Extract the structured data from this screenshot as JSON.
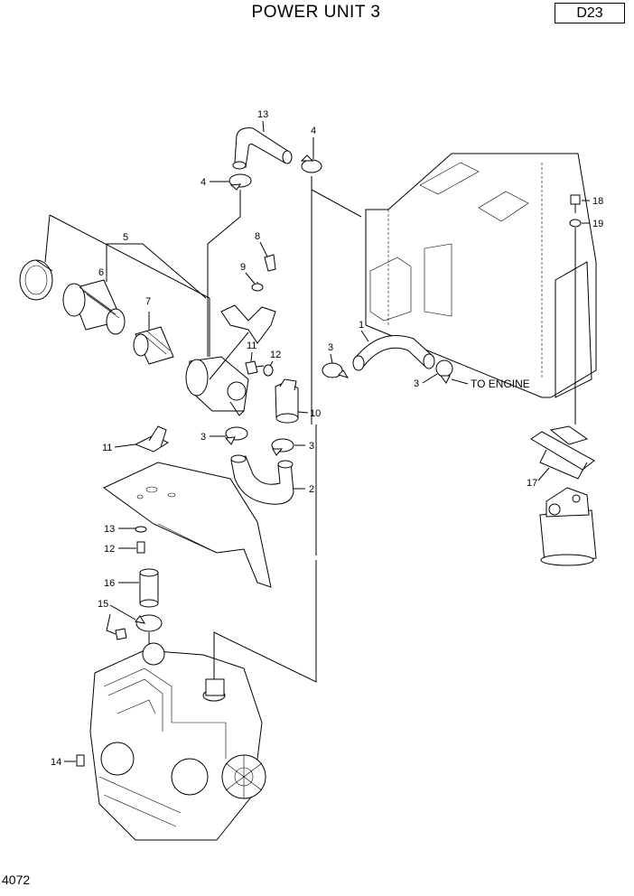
{
  "header": {
    "title": "POWER UNIT 3",
    "code": "D23"
  },
  "footer": {
    "document_number": "4072"
  },
  "callouts": {
    "c1": "1",
    "c2": "2",
    "c3a": "3",
    "c3b": "3",
    "c3c": "3",
    "c3d": "3",
    "c4a": "4",
    "c4b": "4",
    "c5": "5",
    "c6": "6",
    "c7": "7",
    "c8": "8",
    "c9": "9",
    "c10": "10",
    "c11a": "11",
    "c11b": "11",
    "c12a": "12",
    "c12b": "12",
    "c13a": "13",
    "c13b": "13",
    "c14": "14",
    "c15": "15",
    "c16": "16",
    "c17": "17",
    "c18": "18",
    "c19": "19"
  },
  "notes": {
    "to_engine": "TO ENGINE"
  }
}
